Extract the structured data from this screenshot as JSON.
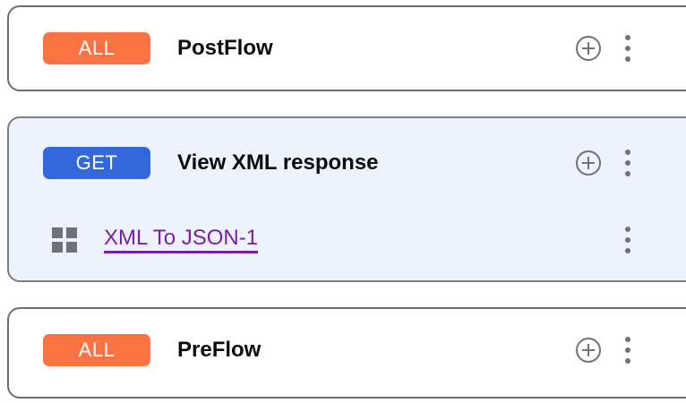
{
  "colors": {
    "badge_all": "#fc7343",
    "badge_get": "#3367da",
    "selected_card_background": "#eef2fc",
    "card_border": "#6b6e73",
    "policy_link": "#7b1fa2",
    "icon_gray": "#6f7276",
    "title_text": "#0c0c0d"
  },
  "flows": [
    {
      "method": "ALL",
      "method_style": "all",
      "title": "PostFlow",
      "selected": false,
      "add_icon": "plus-circle-icon",
      "menu_icon": "kebab-menu-icon",
      "policies": []
    },
    {
      "method": "GET",
      "method_style": "get",
      "title": "View XML response",
      "selected": true,
      "add_icon": "plus-circle-icon",
      "menu_icon": "kebab-menu-icon",
      "policies": [
        {
          "icon": "grid-policy-icon",
          "label": "XML To JSON-1",
          "menu_icon": "kebab-menu-icon"
        }
      ]
    },
    {
      "method": "ALL",
      "method_style": "all",
      "title": "PreFlow",
      "selected": false,
      "add_icon": "plus-circle-icon",
      "menu_icon": "kebab-menu-icon",
      "policies": []
    }
  ]
}
